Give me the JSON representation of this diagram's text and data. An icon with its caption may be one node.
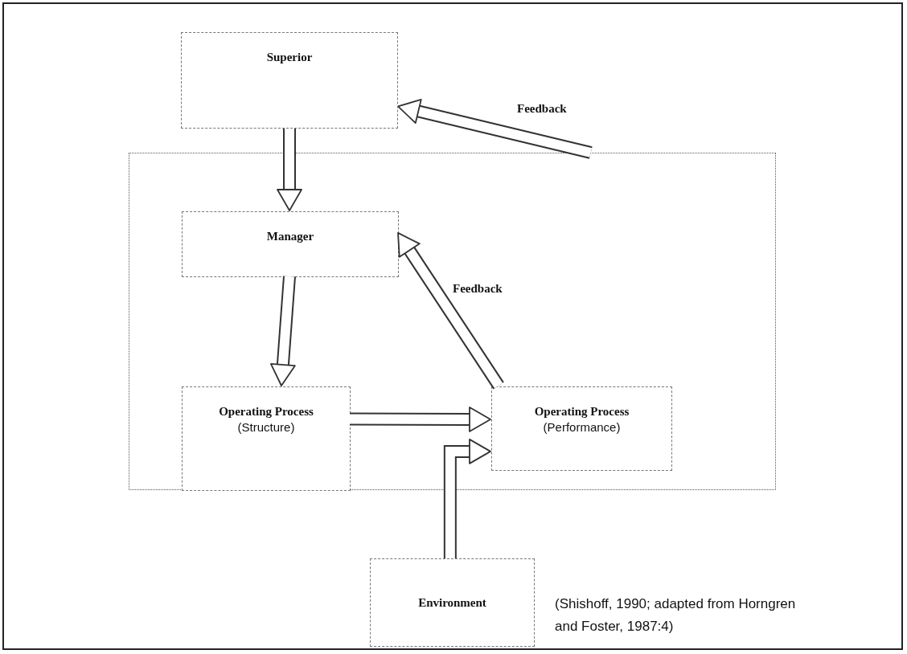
{
  "diagram": {
    "caption": "(Shishoff, 1990; adapted from Horngren and Foster, 1987:4)",
    "nodes": [
      {
        "text": [],
        "shape": "box"
      },
      {
        "text": [
          "Superior"
        ]
      },
      {
        "text": [
          "Manager"
        ],
        "in": 0
      },
      {
        "text": [
          "Operating Process",
          "(Structure)"
        ],
        "in": 0
      },
      {
        "text": [
          "Operating Process",
          "(Performance)"
        ],
        "in": 0
      },
      {
        "text": [
          "Environment"
        ]
      }
    ],
    "edges": [
      {
        "from": 1,
        "to": 2,
        "arrow": "to"
      },
      {
        "from": 0,
        "to": 1,
        "arrow": "to",
        "label": "Feedback"
      },
      {
        "from": 2,
        "to": 3,
        "arrow": "to"
      },
      {
        "from": 4,
        "to": 2,
        "arrow": "to",
        "label": "Feedback"
      },
      {
        "from": 3,
        "to": 4,
        "arrow": "to"
      },
      {
        "from": 5,
        "to": 4,
        "arrow": "to"
      }
    ]
  }
}
